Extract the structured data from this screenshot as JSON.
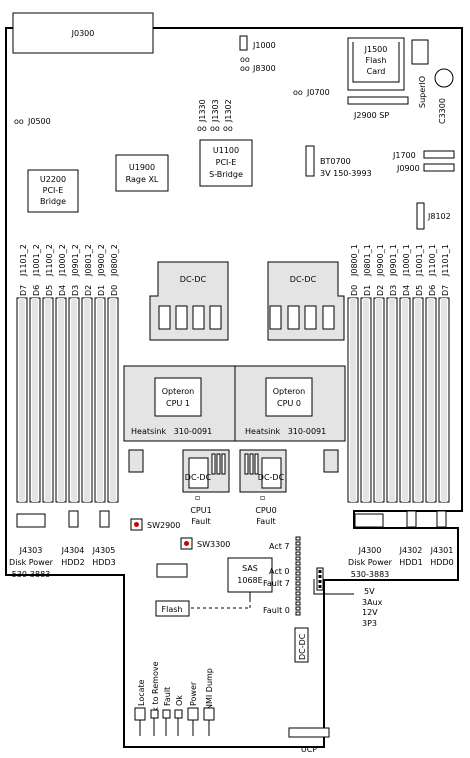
{
  "board": {
    "top_left_chip": "J0300",
    "left_chips": {
      "u2200": [
        "U2200",
        "PCI-E",
        "Bridge"
      ],
      "u1900": [
        "U1900",
        "Rage XL"
      ],
      "u1100": [
        "U1100",
        "PCI-E",
        "S-Bridge"
      ],
      "j0500": "J0500"
    },
    "vertical_labels": {
      "j1330": "J1330",
      "j1303": "J1303",
      "j1302": "J1302",
      "superio": "SuperIO",
      "c3300": "C3300",
      "dcdc_vert": "DC-DC",
      "j4305_hdd3_lbl": "HDD3",
      "locate": "Locate",
      "ok_to_remove": "Ok to Remove",
      "fault": "Fault",
      "ok": "Ok",
      "power": "Power",
      "nmi_dump": "NMI Dump"
    },
    "right_chips": {
      "j1000": "J1000",
      "j8300": "J8300",
      "j0700": "J0700",
      "j1500": [
        "J1500",
        "Flash",
        "Card"
      ],
      "j2900": "J2900  SP",
      "bt0700": [
        "BT0700",
        "3V  150-3993"
      ],
      "j1700": "J1700",
      "j0900": "J0900",
      "j8102": "J8102"
    },
    "dimm_left": [
      "J1101_2",
      "J1001_2",
      "J1100_2",
      "J1000_2",
      "J0901_2",
      "J0801_2",
      "J0900_2",
      "J0800_2"
    ],
    "dimm_left_slots": [
      "D7",
      "D6",
      "D5",
      "D4",
      "D3",
      "D2",
      "D1",
      "D0"
    ],
    "dimm_right": [
      "J0800_1",
      "J0801_1",
      "J0900_1",
      "J0901_1",
      "J1000_1",
      "J1001_1",
      "J1100_1",
      "J1101_1"
    ],
    "dimm_right_slots": [
      "D0",
      "D1",
      "D2",
      "D3",
      "D4",
      "D5",
      "D6",
      "D7"
    ],
    "dcdc_top": [
      "DC-DC",
      "DC-DC"
    ],
    "cpu1": [
      "Opteron",
      "CPU 1"
    ],
    "cpu0": [
      "Opteron",
      "CPU 0"
    ],
    "heatsink_left": "Heatsink   310-0091",
    "heatsink_right": "Heatsink   310-0091",
    "dcdc_mid": [
      "DC-DC",
      "DC-DC"
    ],
    "cpu1_fault": [
      "CPU1",
      "Fault"
    ],
    "cpu0_fault": [
      "CPU0",
      "Fault"
    ],
    "sw2900": "SW2900",
    "sw3300": "SW3300",
    "sas": [
      "SAS",
      "1068E"
    ],
    "flash": "Flash",
    "led_labels": [
      "Act 7",
      "Act 0",
      "Fault 7",
      "Fault 0"
    ],
    "power_rails": [
      "5V",
      "3Aux",
      "12V",
      "3P3"
    ],
    "connectors_left": {
      "j4303": [
        "J4303",
        "Disk Power",
        "530-3883"
      ],
      "j4304": [
        "J4304",
        "HDD2"
      ],
      "j4305": [
        "J4305"
      ]
    },
    "connectors_right": {
      "j4300": [
        "J4300",
        "Disk Power",
        "530-3883"
      ],
      "j4302": [
        "J4302",
        "HDD1"
      ],
      "j4301": [
        "J4301",
        "HDD0"
      ]
    },
    "ucp": "UCP"
  }
}
